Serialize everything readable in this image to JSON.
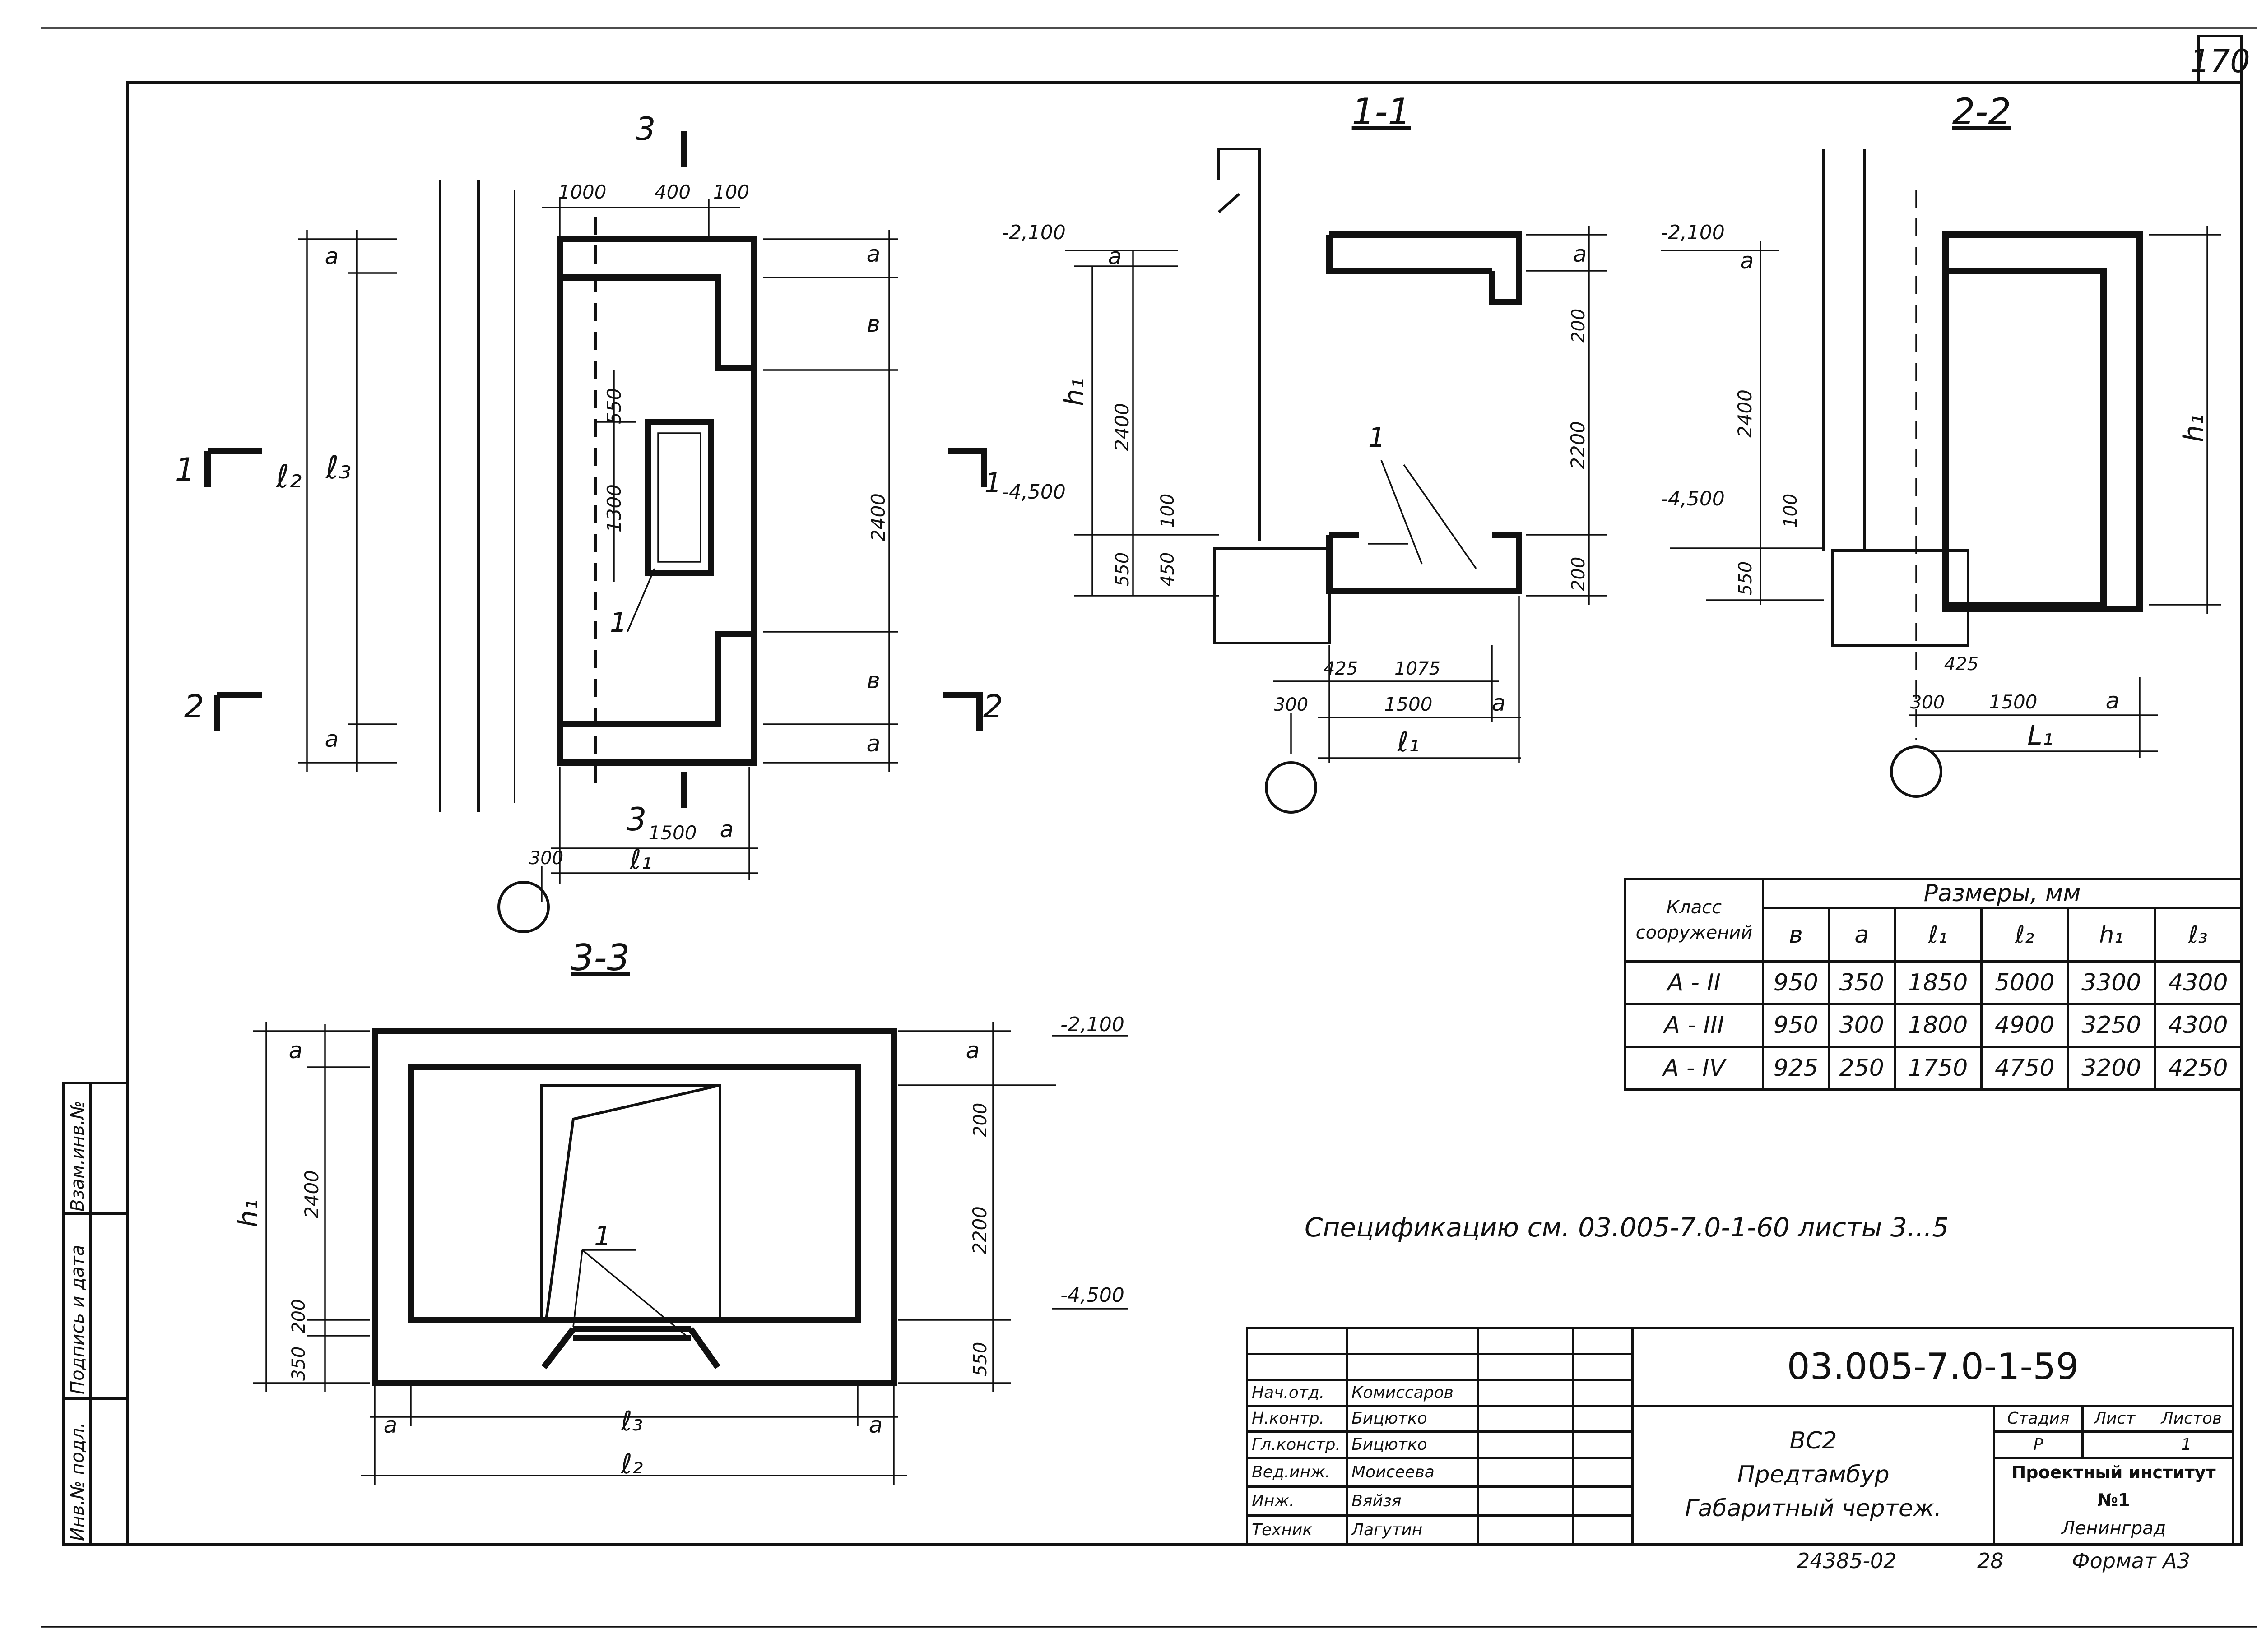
{
  "sheet": {
    "page_number": "170",
    "format": "Формат А3",
    "copy_info": {
      "inventory": "24385-02",
      "page": "28"
    },
    "note": "Спецификацию см. 03.005-7.0-1-60 листы 3...5"
  },
  "side_strip": [
    "Инв.№ подл.",
    "Подпись и дата",
    "Взам.инв.№"
  ],
  "section_titles": {
    "s11": "1-1",
    "s22": "2-2",
    "s33": "3-3"
  },
  "plan": {
    "top_dims": [
      "1000",
      "400",
      "100"
    ],
    "left_dims": [
      "550",
      "1300"
    ],
    "right_dims": [
      "2400"
    ],
    "bottom_dims": [
      "1500",
      "300"
    ],
    "letters": {
      "a": "a",
      "b": "в",
      "l1": "ℓ₁",
      "l2": "ℓ₂",
      "l3": "ℓ₃"
    },
    "cut_marks": [
      "1",
      "2",
      "3"
    ],
    "callout": "1"
  },
  "section11": {
    "levels": [
      "-2,100",
      "-4,500"
    ],
    "dims_left": [
      "2400",
      "550",
      "450",
      "100"
    ],
    "dims_right": [
      "200",
      "2200",
      "200"
    ],
    "dims_bottom": [
      "425",
      "1075",
      "300",
      "1500"
    ],
    "callout": "1"
  },
  "section22": {
    "levels": [
      "-2,100",
      "-4,500"
    ],
    "dims_left": [
      "2400",
      "550",
      "100"
    ],
    "dims_bottom": [
      "425",
      "300",
      "1500"
    ],
    "h1": "h₁",
    "L1": "L₁"
  },
  "section33": {
    "levels": [
      "-2,100",
      "-4,500"
    ],
    "dims_left": [
      "2400",
      "350",
      "200"
    ],
    "dims_right": [
      "200",
      "2200",
      "550"
    ],
    "callout": "1"
  },
  "spec_table": {
    "header_class": "Класс сооружений",
    "header_sizes": "Размеры, мм",
    "columns": [
      "в",
      "a",
      "ℓ₁",
      "ℓ₂",
      "h₁",
      "ℓ₃"
    ],
    "rows": [
      {
        "class": "А - II",
        "values": [
          "950",
          "350",
          "1850",
          "5000",
          "3300",
          "4300"
        ]
      },
      {
        "class": "А - III",
        "values": [
          "950",
          "300",
          "1800",
          "4900",
          "3250",
          "4300"
        ]
      },
      {
        "class": "А - IV",
        "values": [
          "925",
          "250",
          "1750",
          "4750",
          "3200",
          "4250"
        ]
      }
    ]
  },
  "title_block": {
    "doc_code": "03.005-7.0-1-59",
    "title_lines": [
      "ВС2",
      "Предтамбур",
      "Габаритный чертеж."
    ],
    "stage_label": "Стадия",
    "sheet_label": "Лист",
    "sheets_label": "Листов",
    "stage": "Р",
    "sheet": "",
    "sheets": "1",
    "org": "Проектный институт №1",
    "city": "Ленинград",
    "people": [
      {
        "role": "Нач.отд.",
        "name": "Комиссаров"
      },
      {
        "role": "Н.контр.",
        "name": "Бицютко"
      },
      {
        "role": "Гл.констр.",
        "name": "Бицютко"
      },
      {
        "role": "Вед.инж.",
        "name": "Моисеева"
      },
      {
        "role": "Инж.",
        "name": "Вяйзя"
      },
      {
        "role": "Техник",
        "name": "Лагутин"
      }
    ]
  }
}
